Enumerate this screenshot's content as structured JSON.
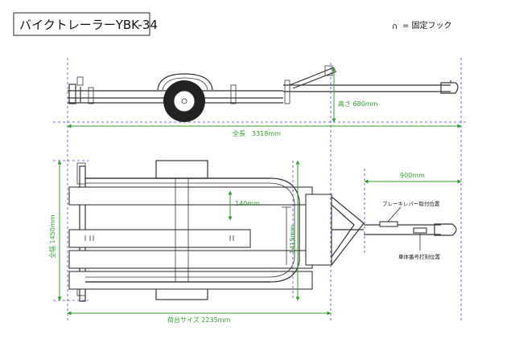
{
  "title": "バイクトレーラーYBK-34",
  "legend": {
    "symbol": "∩",
    "text": "= 固定フック"
  },
  "dimensions": {
    "height": "高さ 680mm",
    "total_length": "全長　3318mm",
    "tongue": "900mm",
    "slat_gap": "140mm",
    "total_width": "全幅 1450mm",
    "inner_width": "1415mm",
    "bed_size": "荷台サイズ 2235mm"
  },
  "notes": {
    "brake_lever": "ブレーキレバー取付位置",
    "plate": "車体番号打刻位置"
  },
  "colors": {
    "dimension": "#2e9e2e",
    "guide": "#3b4fc4",
    "frame": "#333333"
  }
}
